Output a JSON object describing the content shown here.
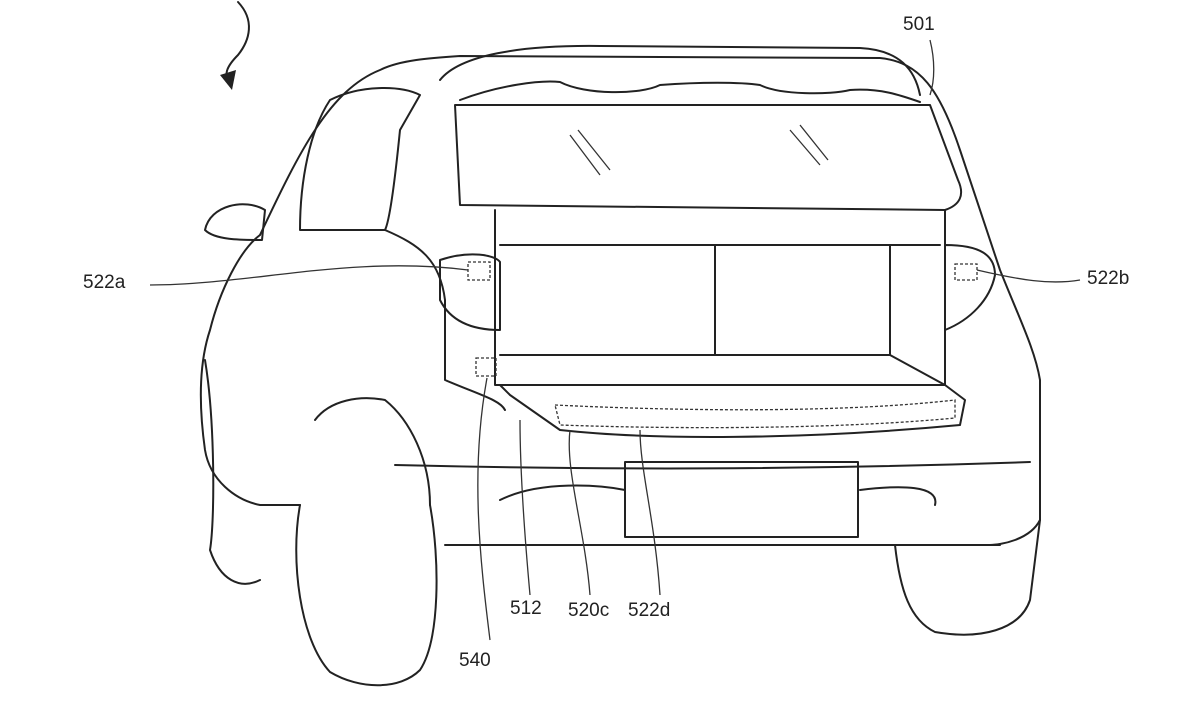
{
  "figure": {
    "labels": {
      "vehicle": "501",
      "left_light_sensor": "522a",
      "right_light_sensor": "522b",
      "tailgate": "512",
      "light_strip": "520c",
      "strip_sensor": "522d",
      "side_sensor": "540"
    }
  }
}
